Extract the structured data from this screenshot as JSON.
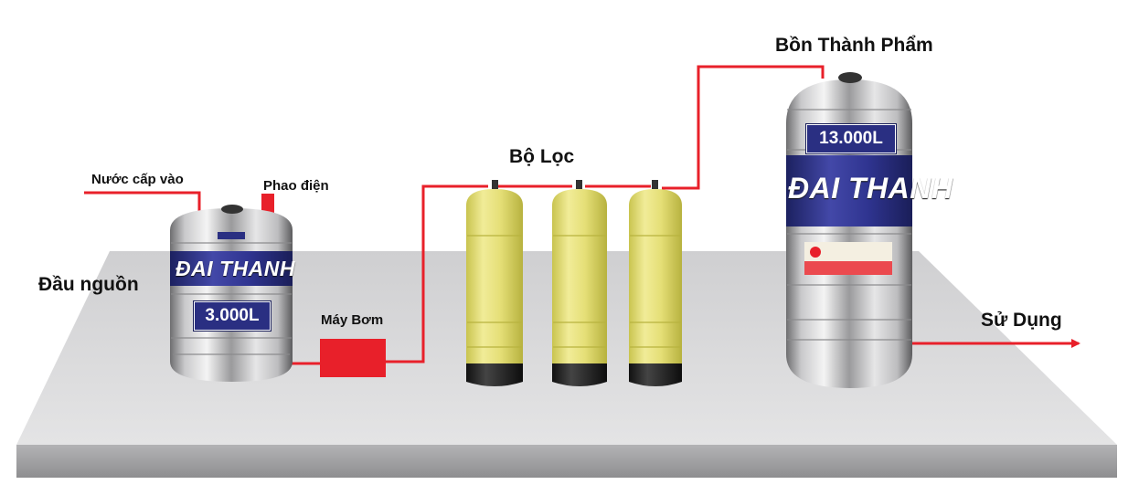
{
  "labels": {
    "dau_nguon": "Đầu nguồn",
    "nuoc_cap_vao": "Nước cấp vào",
    "phao_dien": "Phao điện",
    "may_bom": "Máy Bơm",
    "bo_loc": "Bộ Lọc",
    "bon_thanh_pham": "Bồn Thành Phẩm",
    "su_dung": "Sử Dụng"
  },
  "tank_small": {
    "brand": "ĐAI THANH",
    "capacity": "3.000L"
  },
  "tank_large": {
    "brand": "ĐAI THANH",
    "capacity": "13.000L"
  },
  "colors": {
    "pipe": "#e8202a",
    "pump": "#e8202a",
    "filter_body": "#e8e27a",
    "filter_base": "#1e1e1e",
    "platform": "#dcdcdd",
    "brand_band": "#2a2f82"
  }
}
